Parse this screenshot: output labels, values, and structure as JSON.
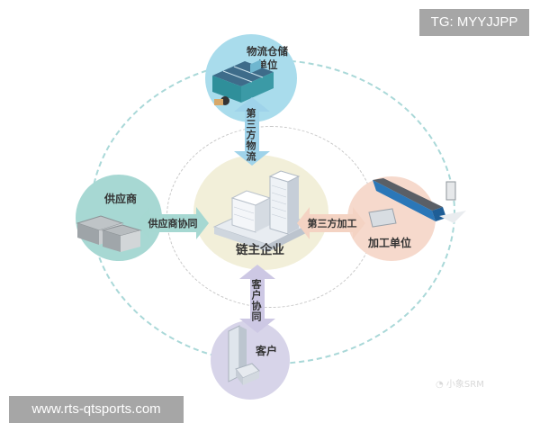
{
  "watermarks": {
    "top_right": "TG: MYYJJPP",
    "bottom_left": "www.rts-qtsports.com",
    "source_tag": "小象SRM"
  },
  "diagram": {
    "center": {
      "label": "链主企业",
      "color": "#f2efd9"
    },
    "nodes": [
      {
        "id": "logistics",
        "label_line1": "物流仓储",
        "label_line2": "单位",
        "color": "#a9dcec"
      },
      {
        "id": "supplier",
        "label": "供应商",
        "color": "#a7d8d3"
      },
      {
        "id": "processing",
        "label": "加工单位",
        "color": "#f6d9cc"
      },
      {
        "id": "customer",
        "label": "客户",
        "color": "#d7d4e9"
      }
    ],
    "links": [
      {
        "from": "center",
        "to": "logistics",
        "label": "第三方物流",
        "color": "#9fd3ea"
      },
      {
        "from": "center",
        "to": "supplier",
        "label": "供应商协同",
        "color": "#a6d8d2"
      },
      {
        "from": "center",
        "to": "processing",
        "label": "第三方加工",
        "color": "#f4d3c3"
      },
      {
        "from": "center",
        "to": "customer",
        "label": "客户协同",
        "color": "#cdc8e4"
      }
    ]
  }
}
